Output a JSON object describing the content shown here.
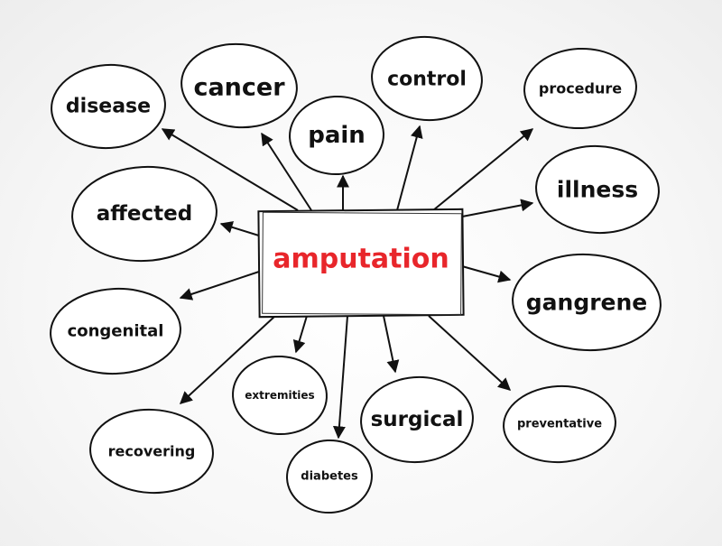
{
  "diagram": {
    "center": {
      "label": "amputation",
      "color": "#e8262b"
    },
    "nodes": [
      {
        "id": "disease",
        "label": "disease"
      },
      {
        "id": "cancer",
        "label": "cancer"
      },
      {
        "id": "pain",
        "label": "pain"
      },
      {
        "id": "control",
        "label": "control"
      },
      {
        "id": "procedure",
        "label": "procedure"
      },
      {
        "id": "illness",
        "label": "illness"
      },
      {
        "id": "affected",
        "label": "affected"
      },
      {
        "id": "gangrene",
        "label": "gangrene"
      },
      {
        "id": "congenital",
        "label": "congenital"
      },
      {
        "id": "extremities",
        "label": "extremities"
      },
      {
        "id": "surgical",
        "label": "surgical"
      },
      {
        "id": "preventative",
        "label": "preventative"
      },
      {
        "id": "recovering",
        "label": "recovering"
      },
      {
        "id": "diabetes",
        "label": "diabetes"
      }
    ],
    "colors": {
      "ink": "#111111",
      "accent": "#e8262b"
    }
  }
}
